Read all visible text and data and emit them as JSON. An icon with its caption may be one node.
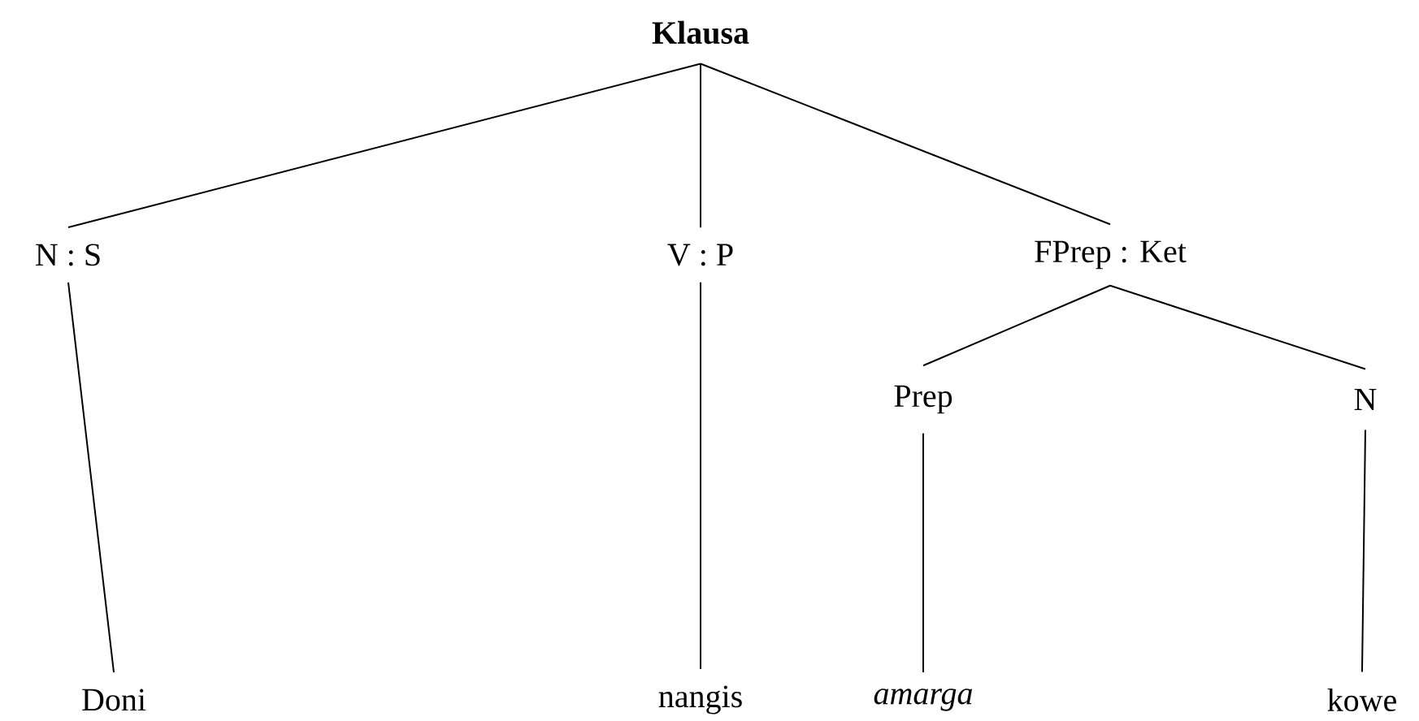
{
  "diagram": {
    "nodes": [
      {
        "text": [
          "Klausa"
        ]
      },
      {
        "text": [
          "N : S"
        ]
      },
      {
        "text": [
          "V : P"
        ]
      },
      {
        "text": [
          "FPrep : Ket"
        ]
      },
      {
        "text": [
          "Prep"
        ]
      },
      {
        "text": [
          "N"
        ]
      },
      {
        "text": [
          "Doni"
        ]
      },
      {
        "text": [
          "nangis"
        ]
      },
      {
        "text": [
          "amarga"
        ]
      },
      {
        "text": [
          "kowe"
        ]
      }
    ],
    "edges": [
      {
        "from": 0,
        "to": 1,
        "arrow": "none"
      },
      {
        "from": 0,
        "to": 2,
        "arrow": "none"
      },
      {
        "from": 0,
        "to": 3,
        "arrow": "none"
      },
      {
        "from": 3,
        "to": 4,
        "arrow": "none"
      },
      {
        "from": 3,
        "to": 5,
        "arrow": "none"
      },
      {
        "from": 1,
        "to": 6,
        "arrow": "none"
      },
      {
        "from": 2,
        "to": 7,
        "arrow": "none"
      },
      {
        "from": 4,
        "to": 8,
        "arrow": "none"
      },
      {
        "from": 5,
        "to": 9,
        "arrow": "none"
      }
    ]
  }
}
